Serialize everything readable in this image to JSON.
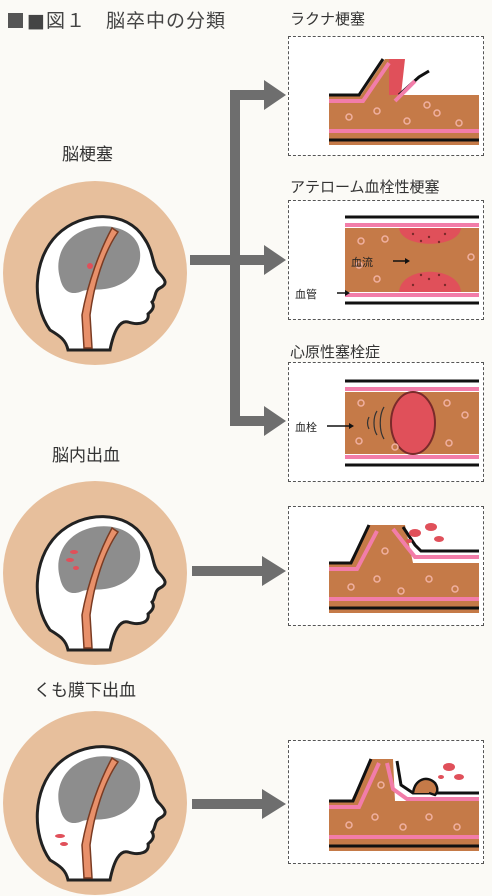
{
  "title": "■図１　脳卒中の分類",
  "categories": [
    {
      "label": "脳梗塞"
    },
    {
      "label": "脳内出血"
    },
    {
      "label": "くも膜下出血"
    }
  ],
  "subtypes": [
    {
      "label": "ラクナ梗塞"
    },
    {
      "label": "アテローム血栓性梗塞"
    },
    {
      "label": "心原性塞栓症"
    }
  ],
  "annotations": {
    "bloodflow": "血流",
    "vessel": "血管",
    "thrombus": "血栓"
  },
  "colors": {
    "skin_circle": "#e7bf9c",
    "brain": "#8d8d8d",
    "vessel_wall": "#f27da9",
    "vessel_lumen": "#c57a48",
    "clot": "#e0505a",
    "arrow": "#6e6e6e"
  }
}
